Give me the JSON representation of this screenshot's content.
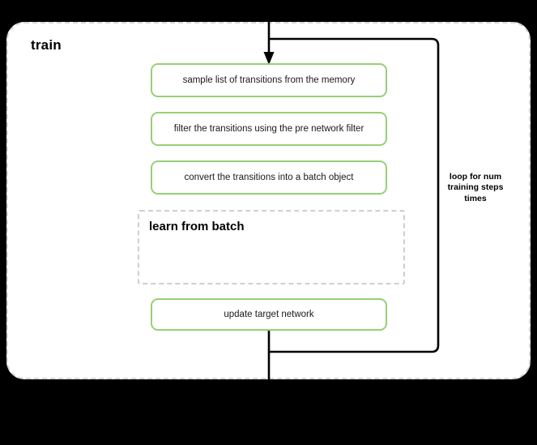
{
  "diagram": {
    "title": "train",
    "background_color": "#000000",
    "container": {
      "label": "train",
      "fill": "#ffffff",
      "stroke": "#d6d6d6",
      "stroke_style": "dashed"
    },
    "node_accent_color": "#97d077",
    "edge_color": "#000000",
    "nodes": [
      {
        "id": "sample",
        "label": "sample list of transitions from the memory",
        "shape": "rounded-rect",
        "style": "green"
      },
      {
        "id": "filter",
        "label": "filter the transitions using the pre network filter",
        "shape": "rounded-rect",
        "style": "green"
      },
      {
        "id": "convert",
        "label": "convert the transitions into a batch object",
        "shape": "rounded-rect",
        "style": "green"
      },
      {
        "id": "update",
        "label": "update target network",
        "shape": "rounded-rect",
        "style": "green"
      }
    ],
    "subflow": {
      "label": "learn from batch",
      "stroke": "#cfcfcf",
      "stroke_style": "dashed"
    },
    "loop": {
      "label": "loop for num training steps times"
    }
  }
}
